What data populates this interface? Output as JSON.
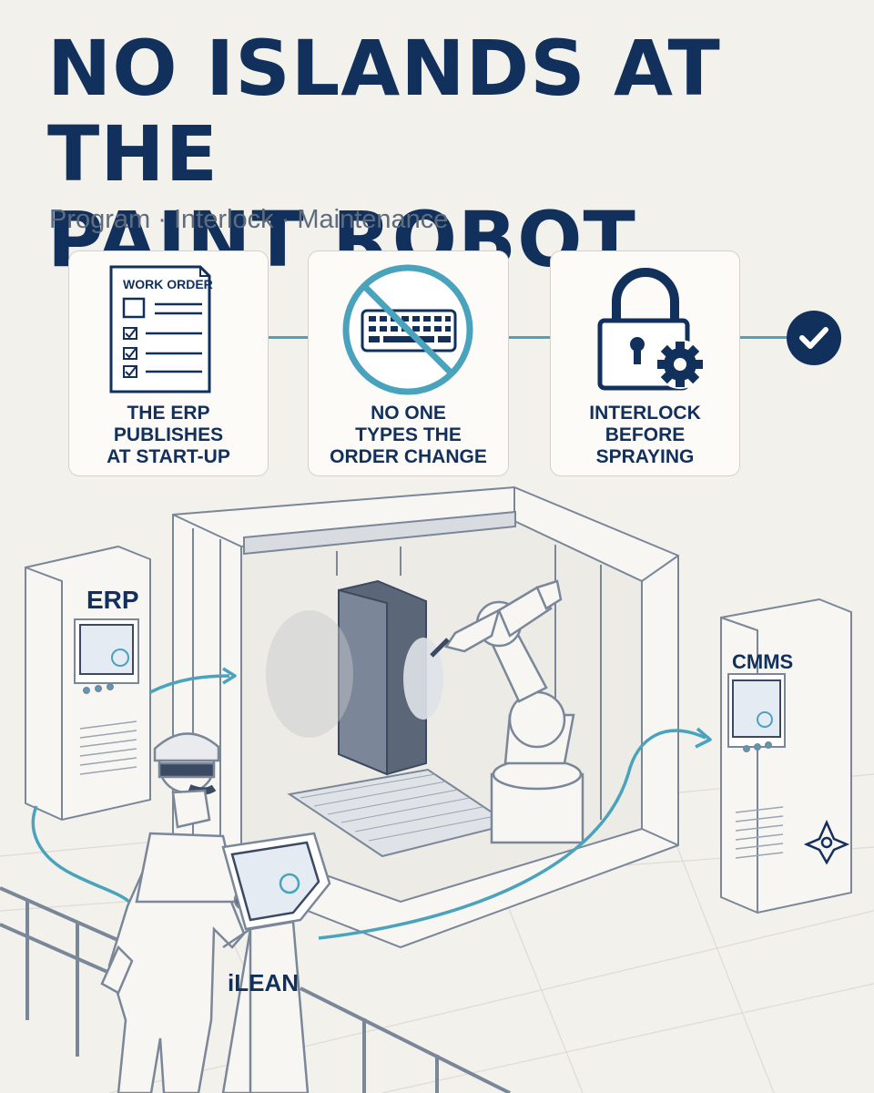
{
  "header": {
    "title_line1": "NO ISLANDS AT THE",
    "title_line2": "PAINT ROBOT",
    "subtitle": "Program · Interlock · Maintenance"
  },
  "steps": [
    {
      "label": "THE ERP\nPUBLISHES\nAT START-UP",
      "icon": "work-order-checklist-icon",
      "icon_text": "WORK ORDER"
    },
    {
      "label": "NO ONE\nTYPES THE\nORDER CHANGE",
      "icon": "no-keyboard-icon"
    },
    {
      "label": "INTERLOCK\nBEFORE\nSPRAYING",
      "icon": "lock-gear-icon"
    }
  ],
  "final_icon": "check-circle-icon",
  "scene": {
    "erp_label": "ERP",
    "cmms_label": "CMMS",
    "terminal_label": "iLEAN"
  },
  "colors": {
    "navy": "#12305c",
    "teal": "#4aa3bd",
    "background": "#f3f1ec",
    "line": "#7a8799"
  }
}
